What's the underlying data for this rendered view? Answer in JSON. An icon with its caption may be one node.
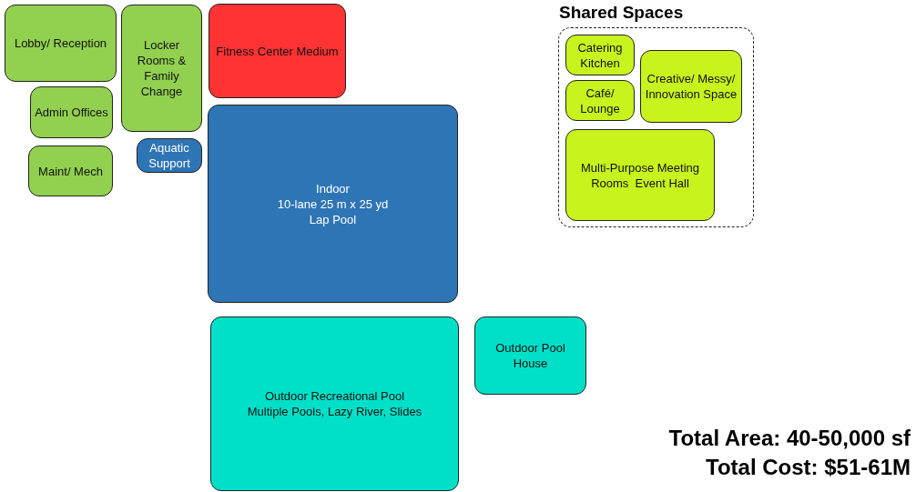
{
  "diagram": {
    "nodes": [
      {
        "text": [
          "Lobby/ Reception"
        ]
      },
      {
        "text": [
          "Locker Rooms & Family Change"
        ]
      },
      {
        "text": [
          "Fitness Center Medium"
        ]
      },
      {
        "text": [
          "Admin Offices"
        ]
      },
      {
        "text": [
          "Maint/ Mech"
        ]
      },
      {
        "text": [
          "Aquatic Support"
        ]
      },
      {
        "text": [
          "Indoor",
          "10-lane 25 m x 25 yd",
          "Lap Pool"
        ]
      },
      {
        "text": [
          "Outdoor Recreational Pool",
          "Multiple Pools, Lazy River, Slides"
        ]
      },
      {
        "text": [
          "Outdoor Pool House"
        ]
      },
      {
        "text": [
          "Shared Spaces"
        ]
      },
      {
        "text": [
          "Catering Kitchen"
        ],
        "in": 9
      },
      {
        "text": [
          "Café/ Lounge"
        ],
        "in": 9
      },
      {
        "text": [
          "Creative/ Messy/ Innovation Space"
        ],
        "in": 9
      },
      {
        "text": [
          "Multi-Purpose Meeting Rooms  Event Hall"
        ],
        "in": 9
      }
    ],
    "labels": [
      "Total Area: 40-50,000 sf",
      "Total Cost: $51-61M"
    ]
  }
}
